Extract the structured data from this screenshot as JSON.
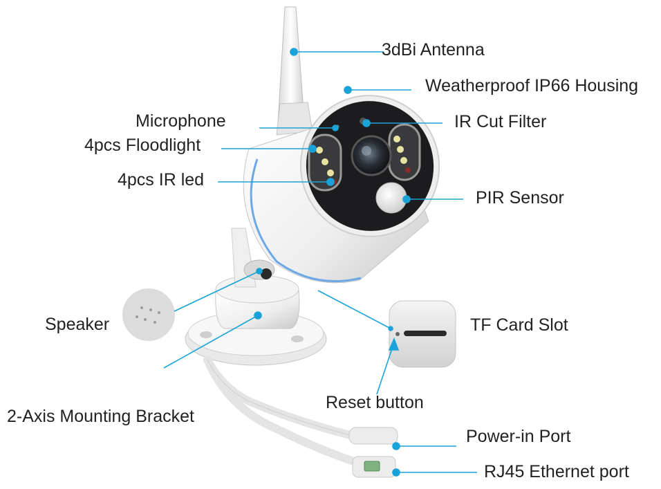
{
  "labels": {
    "antenna": "3dBi Antenna",
    "housing": "Weatherproof IP66 Housing",
    "microphone": "Microphone",
    "ir_cut": "IR Cut Filter",
    "floodlight": "4pcs Floodlight",
    "ir_led": "4pcs IR led",
    "pir": "PIR Sensor",
    "speaker": "Speaker",
    "tf_slot": "TF Card Slot",
    "reset": "Reset button",
    "bracket": "2-Axis Mounting Bracket",
    "power": "Power-in Port",
    "rj45": "RJ45 Ethernet port"
  },
  "colors": {
    "callout": "#1aa3d8",
    "text": "#222222",
    "body": "#f2f2f2",
    "face": "#1c1c1e",
    "accent_ring": "#6aa8e8"
  }
}
